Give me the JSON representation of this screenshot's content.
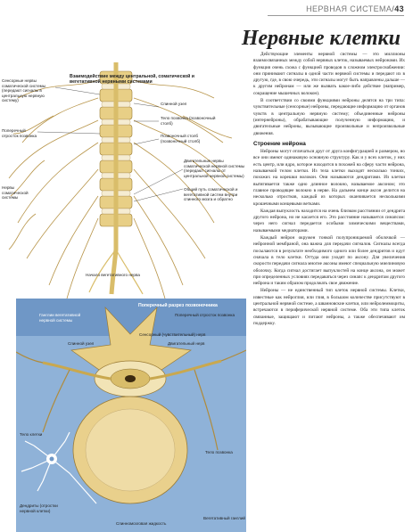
{
  "header": {
    "section": "НЕРВНАЯ СИСТЕМА",
    "separator": "/",
    "page": "43"
  },
  "title": "Нервные клетки",
  "upper_figure": {
    "caption": "Взаимодействие между центральной, соматической и вегетативной нервными системами",
    "labels": {
      "sensory": "Сенсорные нервы соматической системы (передают сигналы в центральную нервную систему)",
      "spinal_ganglion": "Спинной узел",
      "vertebra_body": "Тело позвонка (позвоночный столб)",
      "spinal_cord": "Позвоночный столб (позвоночный столб)",
      "transverse": "Поперечный отросток позвонка",
      "somatic_nerves": "Нервы соматической системы",
      "motor": "Двигательные нервы соматической нервной системы (передают сигналы от центральной нервной системы)",
      "common_path": "Общий путь соматической и вегетативной систем внутри спинного мозга и обратно",
      "vegetative_trunk": "Начало вегетативного нерва"
    }
  },
  "lower_figure": {
    "title": "Поперечный разрез позвоночника",
    "labels": {
      "ganglion_cells": "Ганглии вегетативной нервной системы",
      "ventral_root": "Поперечный отросток позвонка",
      "spinal_ganglion": "Спинной узел",
      "sensory_root": "Сенсорный (чувствительный) нерв",
      "motor_root": "Двигательный нерв",
      "cell_body": "Тело клетки",
      "dendrites": "Дендриты (отростки нервной клетки)",
      "vertebra_body": "Тело позвонка",
      "csf": "Спинномозговая жидкость",
      "sympathetic": "Вегетативный ганглий"
    }
  },
  "text": {
    "p1": "Действующие элементы нервной системы — это миллионы взаимосвязанных между собой нервных клеток, называемых нейронами. Их функция очень схожа с функцией проводов в сложном электроснабжении: они принимают сигналы в одной части нервной системы и передают их в другую, где, в свою очередь, эти сигналы могут быть направлены дальше — к другим нейронам — или же вызвать какое-либо действие (например, сокращение мышечных волокон).",
    "p2": "В соответствии со своими функциями нейроны делятся на три типа: чувствительные (сенсорные) нейроны, передающие информацию от органов чувств в центральную нервную систему; объединенные нейроны (интернейроны), обрабатывающие полученную информацию, и двигательные нейроны, вызывающие произвольные и непроизвольные движения.",
    "h_structure": "Строение нейрона",
    "p3": "Нейроны могут отличаться друг от друга конфигурацией и размером, но все они имеют одинаковую основную структуру. Как и у всех клеток, у них есть центр, или ядро, которое находится в похожей на сферу части нейрона, называемой телом клетки. Из тела клетки выходят несколько тонких, похожих на корешки волокон. Они называются дендритами. Из клетки вытягивается также одно длинное волокно, называемое аксоном; это главное проводящее волокно в нерве. На дальнем конце аксон делится на несколько отростков, каждый из которых оканчивается несколькими крошечными концевыми ветками.",
    "p4": "Каждая выпуклость находится на очень близком расстоянии от дендрита другого нейрона, но не касается его. Это расстояние называется синапсом: через него сигнал передается особыми химическими веществами, называемыми медиаторами.",
    "p5": "Каждый нейрон окружен тонкой полупроницаемой оболочкой — нейронной мембраной, она важна для передачи сигналов. Сигналы всегда посылаются в результате необходимого одного или более дендритов и идут сначала в тело клетки. Оттуда они уходят по аксону. Для увеличения скорости передачи сигнала многие аксоны имеют специальную миелиновую оболочку. Когда сигнал достигает выпуклостей на конце аксона, он может при определенных условиях передаваться через синапс к дендритам другого нейрона и таким образом продолжать свое движение.",
    "p6": "Нейроны — не единственный тип клеток нервной системы. Клетки, известные как нейроглия, или глия, в большом количестве присутствуют в центральной нервной системе, а шванновские клетки, или нейролеммоциты, встречаются в периферической нервной системе. Оба эти типа клеток связанные, защищают и питают нейроны, а также обеспечивают им поддержку."
  },
  "colors": {
    "bg": "#ffffff",
    "bone": "#e8cf86",
    "panel": "#8fb2d8",
    "nerve": "#c9a84f"
  }
}
